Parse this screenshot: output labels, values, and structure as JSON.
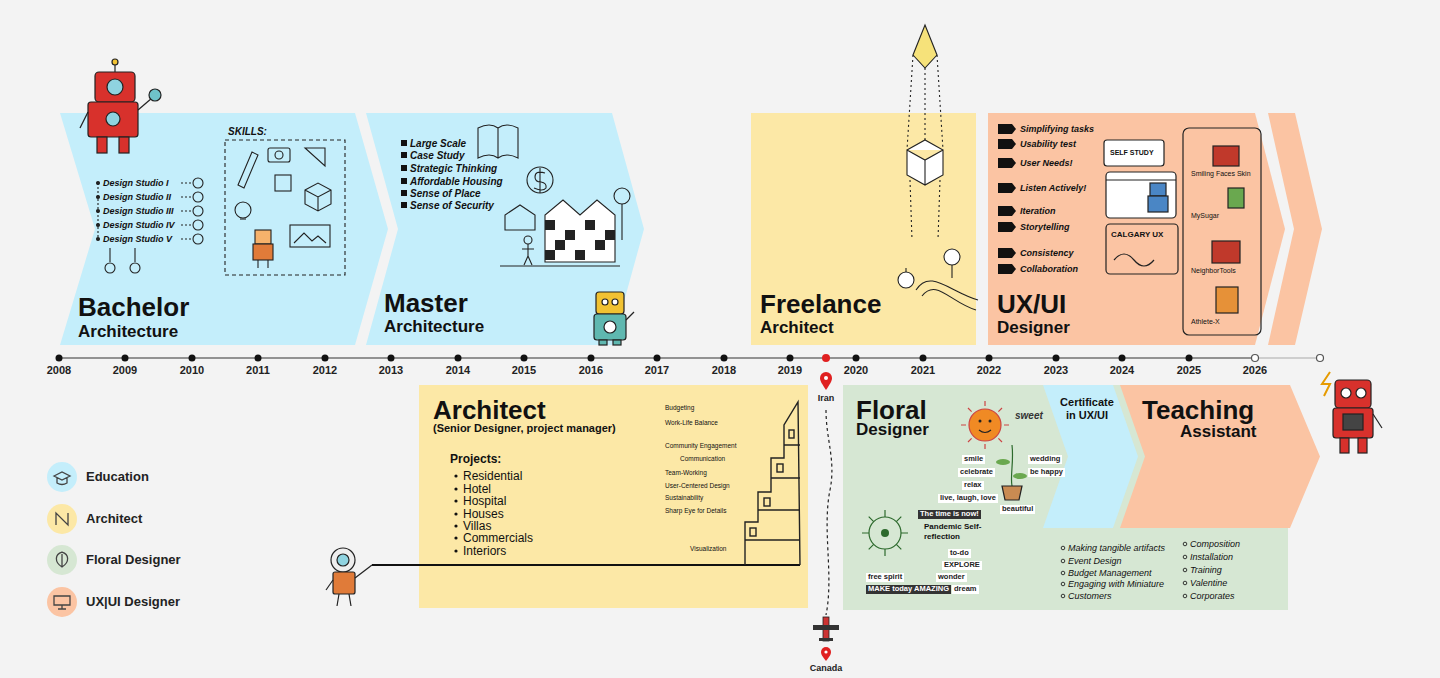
{
  "diagram": {
    "nodes": [
      {
        "text": [
          "Bachelor",
          "Architecture",
          "SKILLS:",
          "Design Studio I",
          "Design Studio II",
          "Design Studio III",
          "Design Studio IV",
          "Design Studio V"
        ]
      },
      {
        "text": [
          "Master",
          "Architecture",
          "Large Scale",
          "Case Study",
          "Strategic Thinking",
          "Affordable Housing",
          "Sense of Place",
          "Sense of Security"
        ]
      },
      {
        "text": [
          "Freelance",
          "Architect"
        ]
      },
      {
        "text": [
          "UX/UI",
          "Designer",
          "Simplifying tasks",
          "Usability test",
          "User Needs!",
          "Listen Actively!",
          "Iteration",
          "Storytelling",
          "Consistency",
          "Collaboration",
          "SELF STUDY",
          "CALGARY UX",
          "Smiling Faces Skin",
          "MySugar",
          "NeighborTools",
          "Athlete-X"
        ]
      },
      {
        "text": [
          "Architect",
          "(Senior Designer, project manager)",
          "Projects:",
          "Residential",
          "Hotel",
          "Hospital",
          "Houses",
          "Villas",
          "Commercials",
          "Interiors",
          "Budgeting",
          "Work-Life Balance",
          "Community Engagement",
          "Communication",
          "Team-Working",
          "User-Centered Design",
          "Sustainability",
          "Sharp Eye for Details",
          "Visualization"
        ]
      },
      {
        "text": [
          "Floral",
          "Designer",
          "sweet",
          "smile",
          "wedding",
          "celebrate",
          "be happy",
          "relax",
          "live, laugh, love",
          "beautiful",
          "The time is now!",
          "Pandemic Self-reflection",
          "to-do",
          "EXPLORE",
          "free spirit",
          "wonder",
          "MAKE today AMAZING",
          "dream",
          "Making tangible artifacts",
          "Event Design",
          "Budget Management",
          "Engaging with Miniature",
          "Customers",
          "Composition",
          "Installation",
          "Training",
          "Valentine",
          "Corporates"
        ]
      },
      {
        "text": [
          "Certificate in UX/UI"
        ]
      },
      {
        "text": [
          "Teaching",
          "Assistant"
        ]
      }
    ],
    "labels": [
      "2008",
      "2009",
      "2010",
      "2011",
      "2012",
      "2013",
      "2014",
      "2015",
      "2016",
      "2017",
      "2018",
      "2019",
      "2020",
      "2021",
      "2022",
      "2023",
      "2024",
      "2025",
      "2026",
      "Iran",
      "Canada"
    ],
    "legend": [
      {
        "text": "Education",
        "color": "#c4eefb"
      },
      {
        "text": "Architect",
        "color": "#fce8a6"
      },
      {
        "text": "Floral Designer",
        "color": "#d6e7d3"
      },
      {
        "text": "UX|UI Designer",
        "color": "#fbc4a3"
      }
    ]
  }
}
